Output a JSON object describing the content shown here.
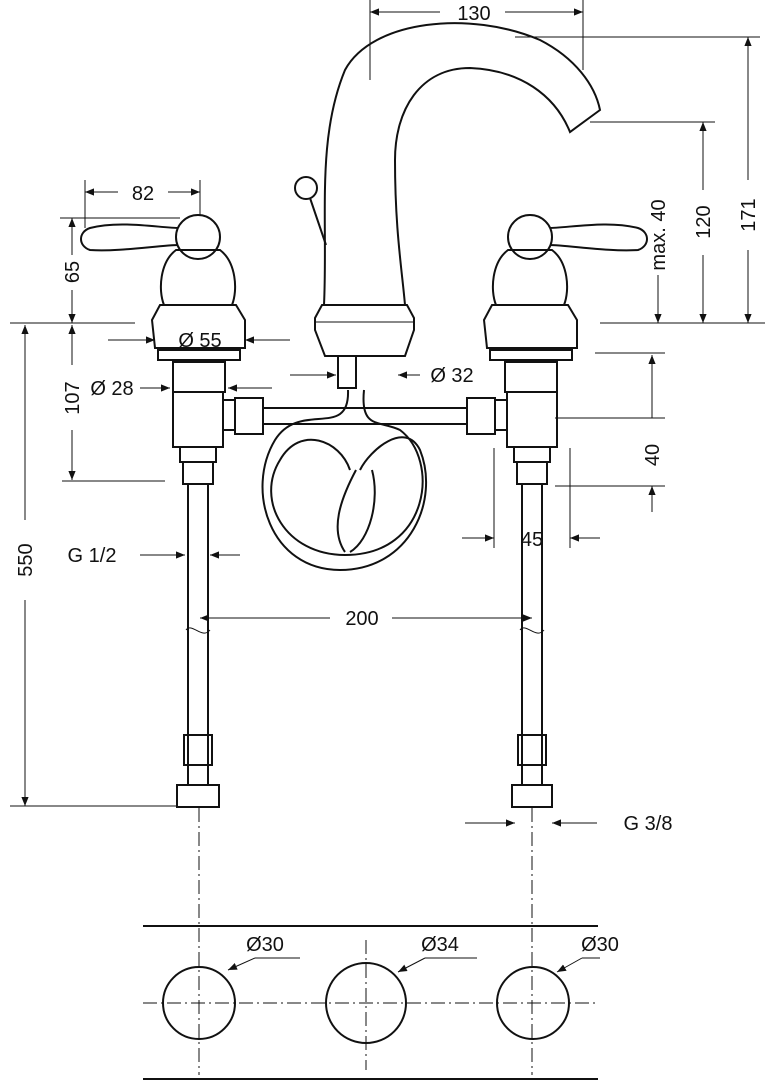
{
  "drawing": {
    "dimensions": {
      "spout_reach": "130",
      "total_height": "171",
      "spout_height": "120",
      "max_deck_thickness": "max. 40",
      "handle_length": "82",
      "handle_height": "65",
      "base_diameter": "Ø 55",
      "shank_diameter": "Ø 28",
      "valve_height": "107",
      "spout_shank_diameter": "Ø 32",
      "connection_height": "40",
      "valve_width": "45",
      "hose_length": "550",
      "inlet_thread": "G 1/2",
      "centre_distance": "200",
      "outlet_thread": "G 3/8"
    },
    "holes": [
      {
        "label": "Ø30"
      },
      {
        "label": "Ø34"
      },
      {
        "label": "Ø30"
      }
    ]
  }
}
